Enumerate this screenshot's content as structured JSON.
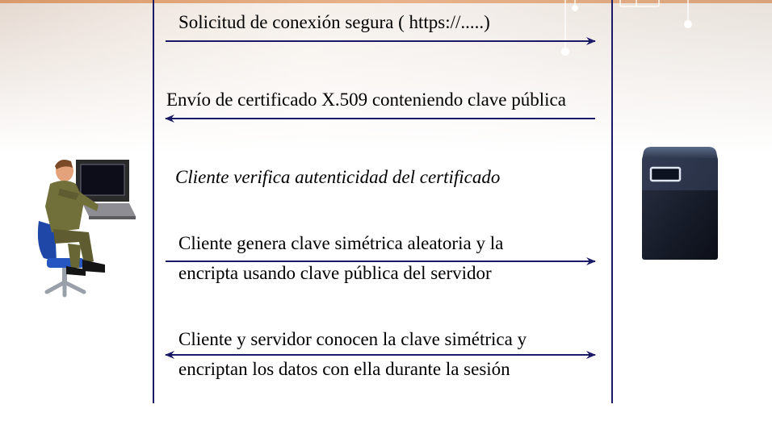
{
  "messages": [
    {
      "lines": [
        "Solicitud de conexión segura ( https://.....)"
      ],
      "direction": "client-to-server"
    },
    {
      "lines": [
        "Envío de certificado X.509 conteniendo clave pública"
      ],
      "direction": "server-to-client"
    },
    {
      "lines": [
        "Cliente verifica autenticidad del certificado"
      ],
      "direction": "none",
      "style": "italic"
    },
    {
      "lines": [
        "Cliente genera clave simétrica aleatoria y la",
        "encripta usando clave pública del servidor"
      ],
      "direction": "client-to-server"
    },
    {
      "lines": [
        "Cliente y servidor conocen la clave simétrica y",
        "encriptan los datos con ella durante la sesión"
      ],
      "direction": "both"
    }
  ],
  "participants": {
    "client": {
      "icon": "person-at-computer-icon"
    },
    "server": {
      "icon": "server-tower-icon"
    }
  },
  "colors": {
    "lifeline": "#1a1a66",
    "arrow": "#1a1a66",
    "text": "#000000"
  }
}
